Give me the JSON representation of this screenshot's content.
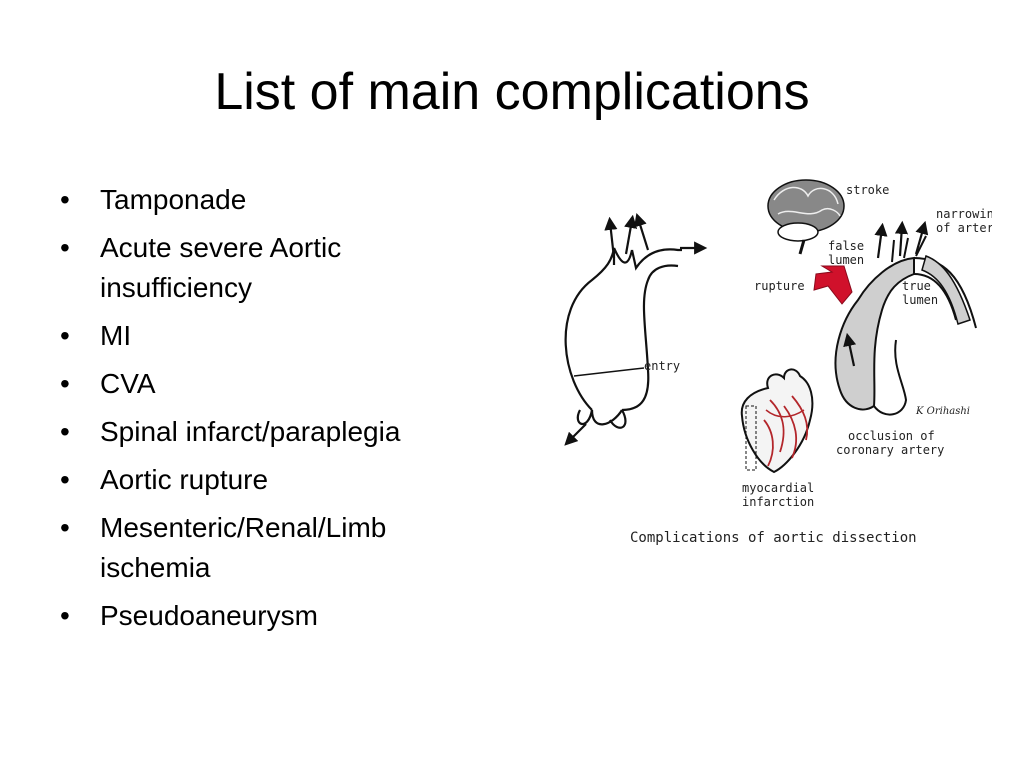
{
  "slide": {
    "title": "List of main complications",
    "bullets": [
      "Tamponade",
      "Acute severe Aortic insufficiency",
      "MI",
      "CVA",
      "Spinal infarct/paraplegia",
      "Aortic rupture",
      "Mesenteric/Renal/Limb ischemia",
      "Pseudoaneurysm"
    ],
    "bullet_glyph": "•"
  },
  "figure": {
    "labels": {
      "stroke": "stroke",
      "narrowing_1": "narrowing",
      "narrowing_2": "of artery",
      "false_1": "false",
      "false_2": "lumen",
      "rupture": "rupture",
      "true_1": "true",
      "true_2": "lumen",
      "entry": "entry",
      "occlusion_1": "occlusion of",
      "occlusion_2": "coronary artery",
      "mi_1": "myocardial",
      "mi_2": "infarction",
      "author": "K Orihashi"
    },
    "caption": "Complications of aortic dissection",
    "colors": {
      "rupture_arrow": "#d0112b",
      "false_lumen": "#cfcfcf",
      "heart_vessels": "#b3262b"
    }
  }
}
